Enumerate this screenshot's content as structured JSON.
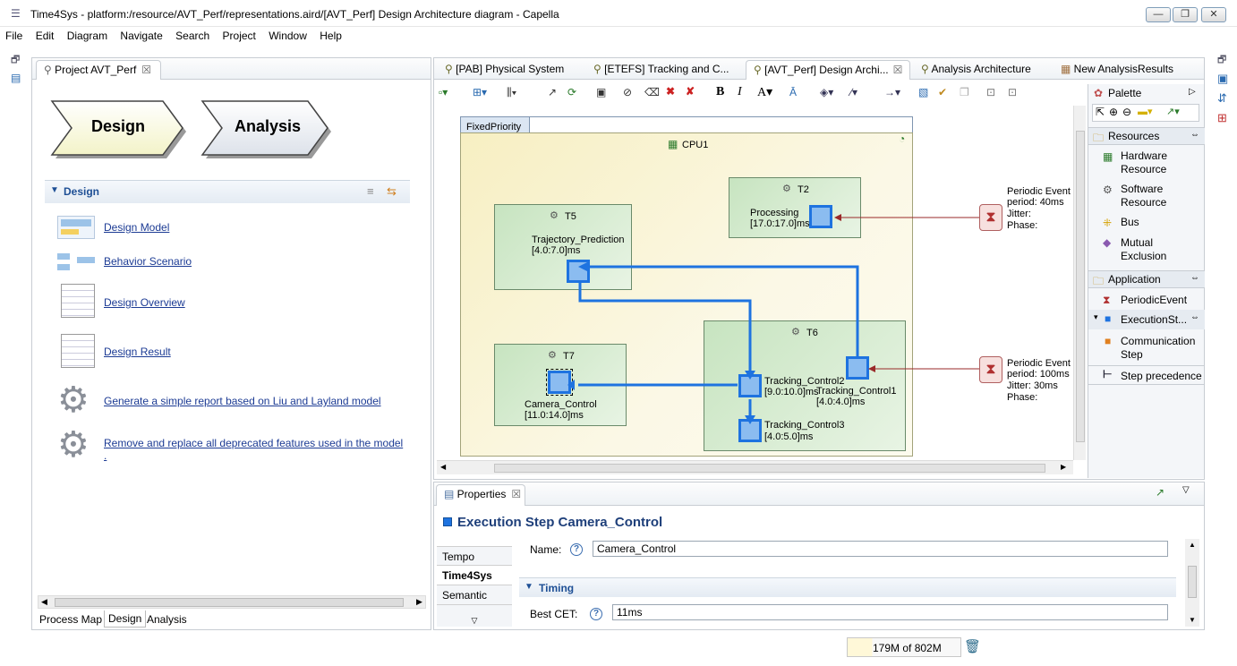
{
  "window": {
    "title": "Time4Sys - platform:/resource/AVT_Perf/representations.aird/[AVT_Perf] Design Architecture diagram - Capella",
    "min": "—",
    "restore": "❐",
    "close": "✕"
  },
  "menu": [
    "File",
    "Edit",
    "Diagram",
    "Navigate",
    "Search",
    "Project",
    "Window",
    "Help"
  ],
  "project_panel": {
    "tab": "Project AVT_Perf",
    "chevrons": [
      "Design",
      "Analysis"
    ],
    "section": "Design",
    "items": [
      "Design Model",
      "Behavior Scenario",
      "Design Overview",
      "Design Result",
      "Generate a simple report based on Liu and Layland model",
      "Remove and replace all deprecated features used in the model",
      "."
    ],
    "bottom_tabs": [
      "Process Map",
      "Design",
      "Analysis"
    ]
  },
  "editor": {
    "tabs": [
      "[PAB] Physical System",
      "[ETEFS] Tracking and C...",
      "[AVT_Perf] Design Archi...",
      "Analysis Architecture",
      "New AnalysisResults"
    ],
    "diagram": {
      "policy": "FixedPriority",
      "cpu": "CPU1",
      "tasks": {
        "t5": {
          "name": "T5",
          "step": "Trajectory_Prediction",
          "range": "[4.0:7.0]ms"
        },
        "t2": {
          "name": "T2",
          "step": "Processing",
          "range": "[17.0:17.0]ms"
        },
        "t7": {
          "name": "T7",
          "step": "Camera_Control",
          "range": "[11.0:14.0]ms"
        },
        "t6": {
          "name": "T6",
          "c2": "Tracking_Control2",
          "c2r": "[9.0:10.0]ms",
          "c1": "Tracking_Control1",
          "c1r": "[4.0:4.0]ms",
          "c3": "Tracking_Control3",
          "c3r": "[4.0:5.0]ms"
        }
      },
      "event1": {
        "title": "Periodic Event",
        "period": "period: 40ms",
        "jitter": "Jitter:",
        "phase": "Phase:"
      },
      "event2": {
        "title": "Periodic Event",
        "period": "period: 100ms",
        "jitter": "Jitter: 30ms",
        "phase": "Phase:"
      }
    }
  },
  "palette": {
    "title": "Palette",
    "groups": {
      "resources": "Resources",
      "hardware": "Hardware Resource",
      "software": "Software Resource",
      "bus": "Bus",
      "mutex": "Mutual Exclusion",
      "application": "Application",
      "periodic": "PeriodicEvent",
      "exec": "ExecutionSt...",
      "comm": "Communication Step",
      "prec": "Step precedence"
    }
  },
  "properties": {
    "tab": "Properties",
    "heading": "Execution Step Camera_Control",
    "side_tabs": [
      "Tempo",
      "Time4Sys",
      "Semantic"
    ],
    "name_label": "Name:",
    "name_value": "Camera_Control",
    "timing": "Timing",
    "best_label": "Best CET:",
    "best_value": "11ms"
  },
  "status": {
    "memory": "179M of 802M"
  }
}
